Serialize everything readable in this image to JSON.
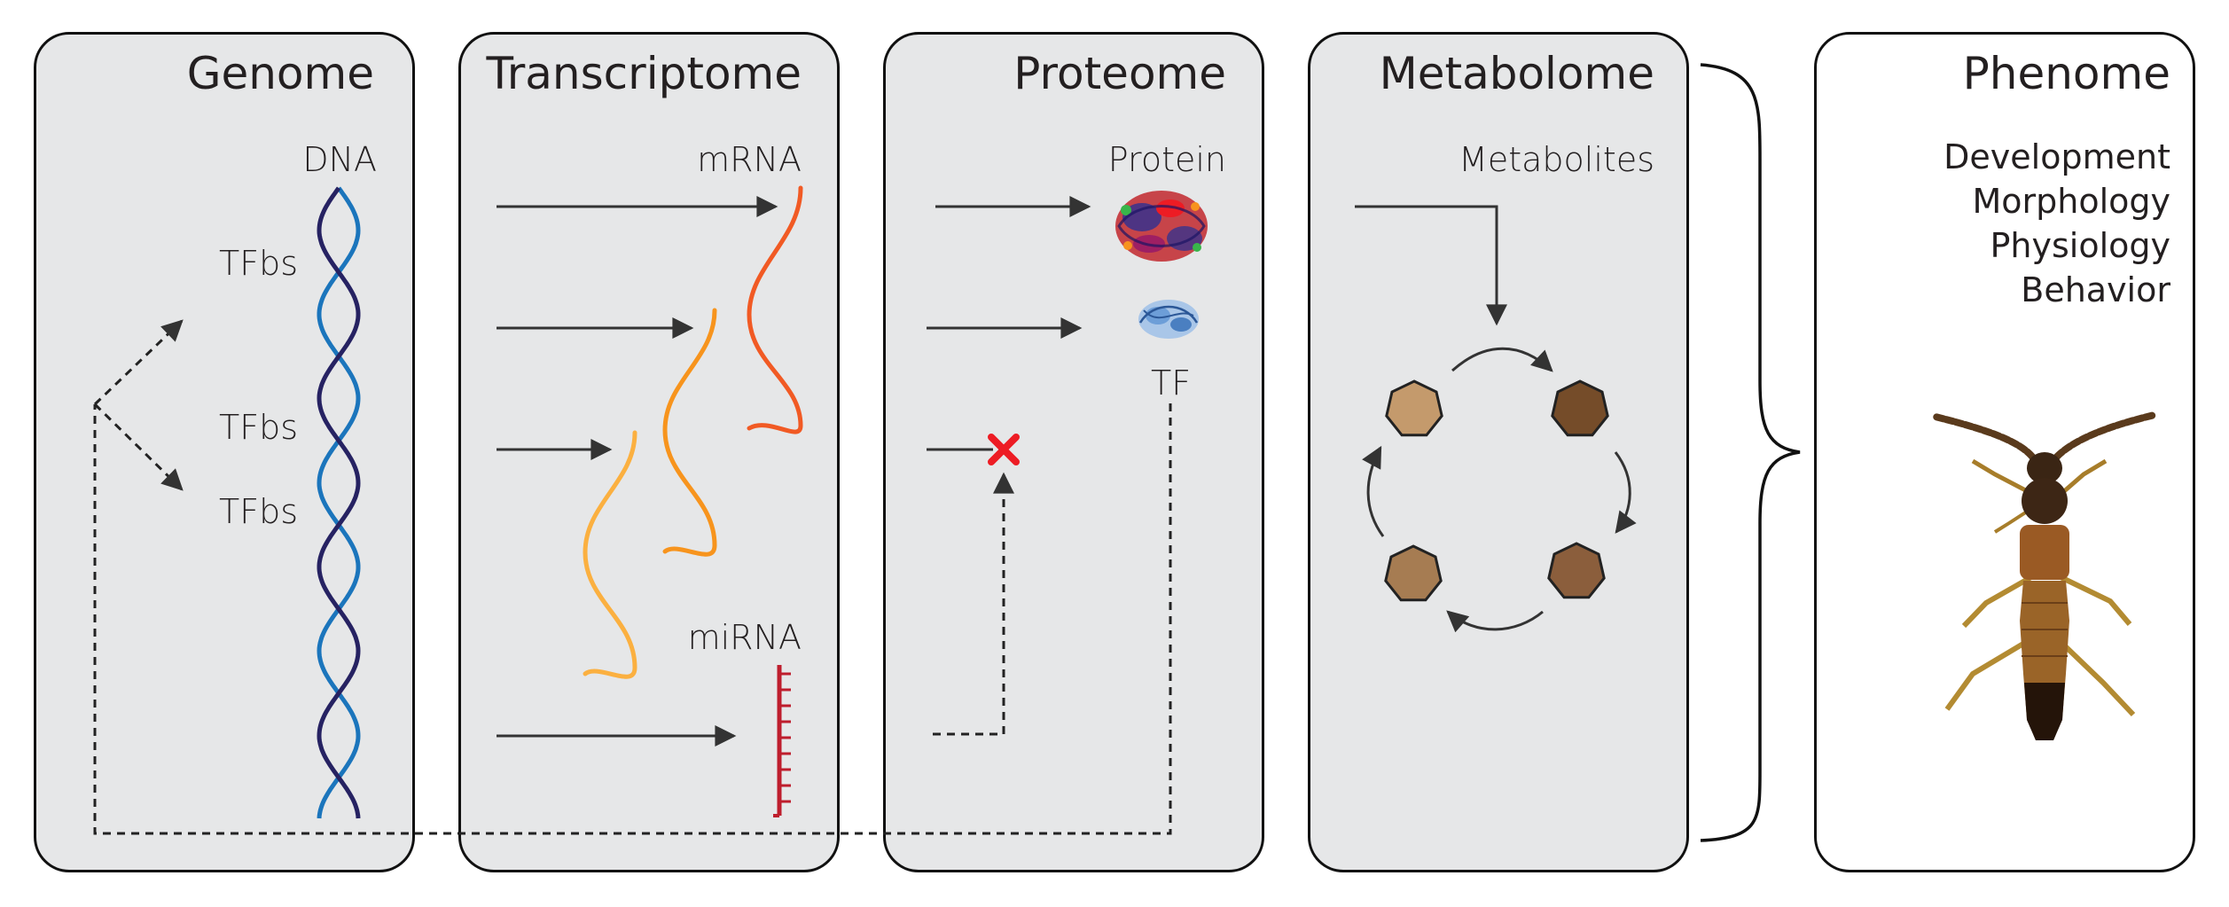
{
  "panels": {
    "genome": {
      "title": "Genome",
      "dna_label": "DNA",
      "tfbs": [
        "TFbs",
        "TFbs",
        "TFbs"
      ]
    },
    "transcriptome": {
      "title": "Transcriptome",
      "mrna_label": "mRNA",
      "mirna_label": "miRNA"
    },
    "proteome": {
      "title": "Proteome",
      "protein_label": "Protein",
      "tf_label": "TF"
    },
    "metabolome": {
      "title": "Metabolome",
      "metabolites_label": "Metabolites"
    },
    "phenome": {
      "title": "Phenome",
      "traits": [
        "Development",
        "Morphology",
        "Physiology",
        "Behavior"
      ]
    }
  },
  "colors": {
    "panel_fill": "#e6e7e8",
    "dna_strand_a": "#1b75bc",
    "dna_strand_b": "#262262",
    "mrna_dark": "#f15a24",
    "mrna_mid": "#f7941d",
    "mrna_light": "#fbb040",
    "mirna": "#be1e2d",
    "block_cross": "#ed1c24",
    "metabolite_shades": [
      "#c49a6c",
      "#754c29",
      "#8b5e3c",
      "#a67c52"
    ]
  }
}
